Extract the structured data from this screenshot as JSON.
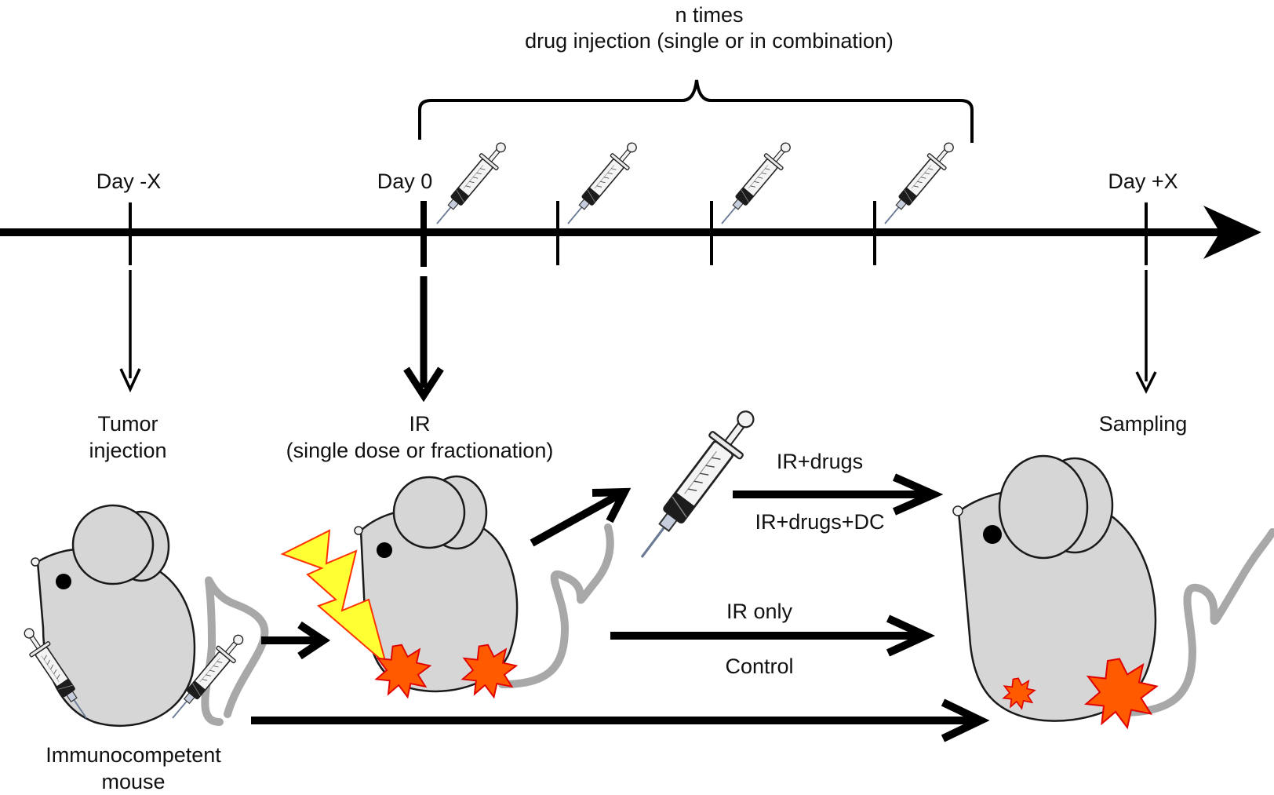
{
  "colors": {
    "line": "#000000",
    "mouse_fill": "#d6d6d6",
    "mouse_stroke": "#1a1a1a",
    "tail": "#a8a8a8",
    "tumor": "#ff5a00",
    "tumor_stroke": "#e00000",
    "lightning": "#ffff33",
    "lightning_stroke": "#ff3300"
  },
  "icons": [
    "syringe-icon",
    "mouse-icon",
    "tumor-burst-icon",
    "lightning-icon",
    "arrow-icon",
    "brace-icon"
  ],
  "schedule": {
    "repeat_label": "n times",
    "drug_label": "drug injection (single or in combination)"
  },
  "timeline": {
    "day_minus_x": "Day -X",
    "day_0": "Day 0",
    "day_plus_x": "Day +X"
  },
  "steps": {
    "tumor_line1": "Tumor",
    "tumor_line2": "injection",
    "ir_line1": "IR",
    "ir_line2": "(single dose or fractionation)",
    "sampling": "Sampling",
    "mouse_line1": "Immunocompetent",
    "mouse_line2": "mouse"
  },
  "groups": {
    "ir_drugs": "IR+drugs",
    "ir_drugs_dc": "IR+drugs+DC",
    "ir_only": "IR only",
    "control": "Control"
  }
}
